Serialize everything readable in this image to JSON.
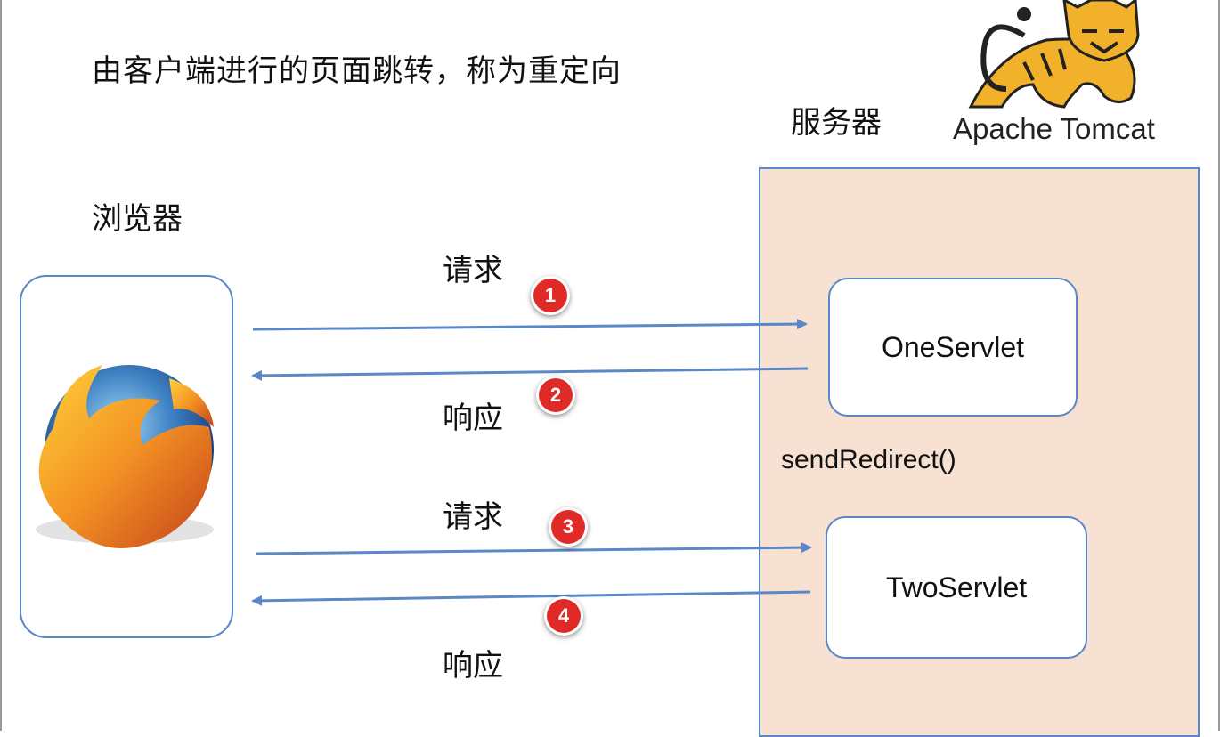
{
  "title": "由客户端进行的页面跳转，称为重定向",
  "server_label": "服务器",
  "tomcat_label": "Apache Tomcat",
  "browser_label": "浏览器",
  "servlets": {
    "one": "OneServlet",
    "two": "TwoServlet"
  },
  "redirect_method": "sendRedirect()",
  "arrows": [
    {
      "label": "请求",
      "step": "1"
    },
    {
      "label": "响应",
      "step": "2"
    },
    {
      "label": "请求",
      "step": "3"
    },
    {
      "label": "响应",
      "step": "4"
    }
  ],
  "colors": {
    "arrow": "#5b87c6",
    "server_fill": "#f7e1d3",
    "badge": "#e02a27"
  },
  "icons": [
    "firefox-logo-icon",
    "tomcat-cat-logo-icon"
  ]
}
